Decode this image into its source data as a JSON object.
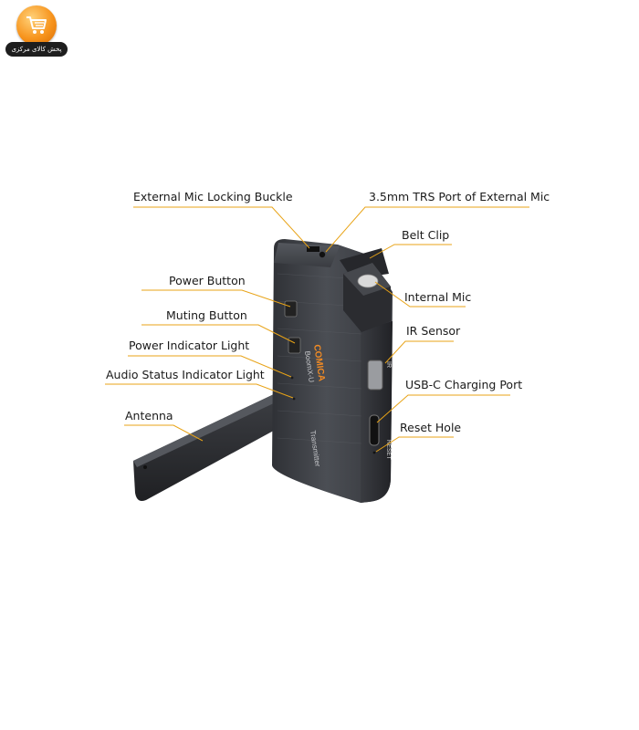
{
  "logo": {
    "text": "پخش کالای مرکزی",
    "icon": "shopping-cart-icon",
    "color": "#f7941d"
  },
  "device": {
    "brand": "COMICA",
    "model": "BoomX-U",
    "role": "Transmitter",
    "ir_mark": "IR",
    "reset_mark": "RESET"
  },
  "callouts": {
    "ext_mic_buckle": "External Mic Locking Buckle",
    "trs_port": "3.5mm TRS Port of External Mic",
    "belt_clip": "Belt Clip",
    "power_button": "Power Button",
    "internal_mic": "Internal Mic",
    "muting_button": "Muting Button",
    "ir_sensor": "IR Sensor",
    "power_light": "Power Indicator Light",
    "audio_light": "Audio Status Indicator Light",
    "usbc_port": "USB-C Charging Port",
    "antenna": "Antenna",
    "reset_hole": "Reset Hole"
  },
  "colors": {
    "leader": "#e8a317",
    "device": "#3d3f44",
    "text": "#1a1a1a"
  }
}
